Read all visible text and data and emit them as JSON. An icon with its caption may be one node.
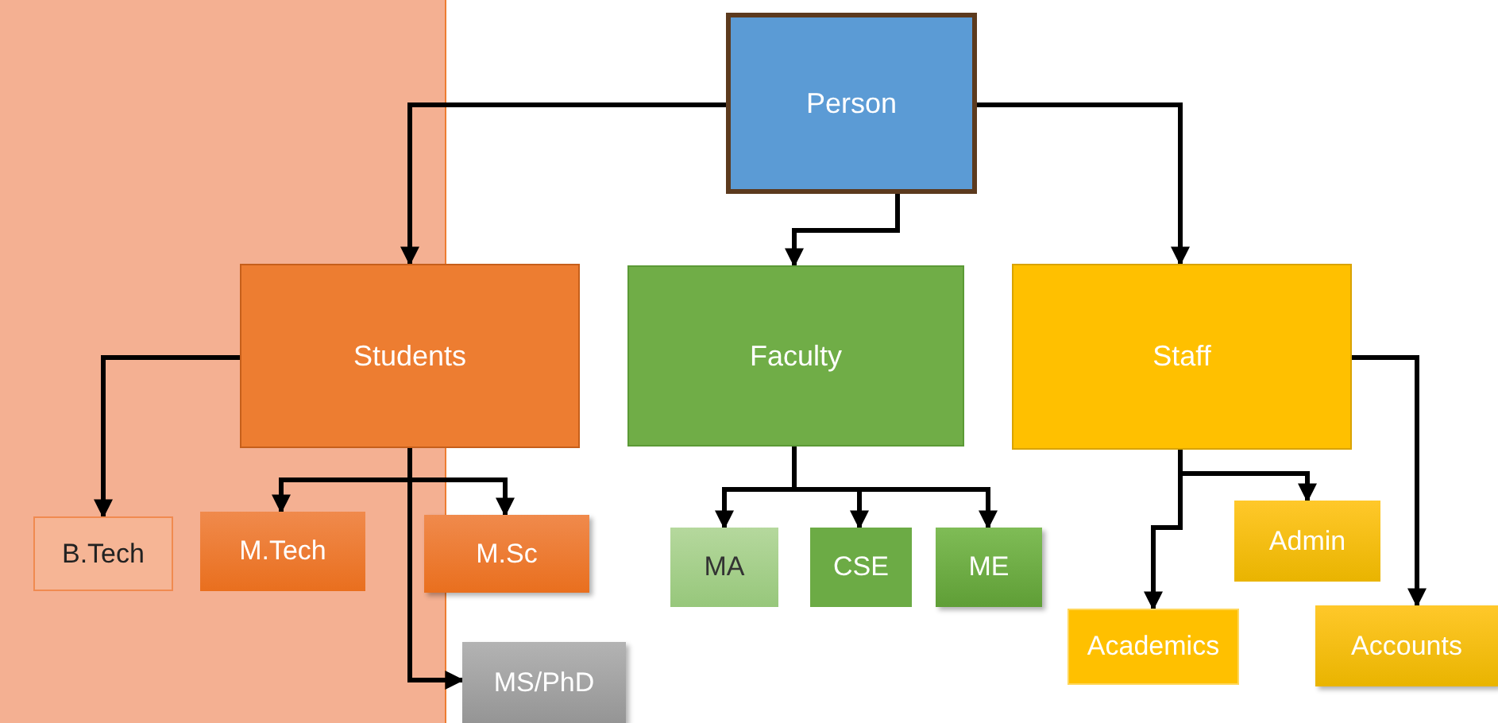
{
  "diagram": {
    "nodes": [
      {
        "text": [
          "Person"
        ]
      },
      {
        "text": [
          "Students"
        ]
      },
      {
        "text": [
          "Faculty"
        ]
      },
      {
        "text": [
          "Staff"
        ]
      },
      {
        "text": [
          "B.Tech"
        ]
      },
      {
        "text": [
          "M.Tech"
        ]
      },
      {
        "text": [
          "M.Sc"
        ]
      },
      {
        "text": [
          "MS/PhD"
        ]
      },
      {
        "text": [
          "MA"
        ]
      },
      {
        "text": [
          "CSE"
        ]
      },
      {
        "text": [
          "ME"
        ]
      },
      {
        "text": [
          "Academics"
        ]
      },
      {
        "text": [
          "Admin"
        ]
      },
      {
        "text": [
          "Accounts"
        ]
      }
    ],
    "edges": [
      {
        "from": 0,
        "to": 1,
        "arrow": "to"
      },
      {
        "from": 0,
        "to": 2,
        "arrow": "to"
      },
      {
        "from": 0,
        "to": 3,
        "arrow": "to"
      },
      {
        "from": 1,
        "to": 4,
        "arrow": "to"
      },
      {
        "from": 1,
        "to": 5,
        "arrow": "to"
      },
      {
        "from": 1,
        "to": 6,
        "arrow": "to"
      },
      {
        "from": 1,
        "to": 7,
        "arrow": "to"
      },
      {
        "from": 2,
        "to": 8,
        "arrow": "to"
      },
      {
        "from": 2,
        "to": 9,
        "arrow": "to"
      },
      {
        "from": 2,
        "to": 10,
        "arrow": "to"
      },
      {
        "from": 3,
        "to": 11,
        "arrow": "to"
      },
      {
        "from": 3,
        "to": 12,
        "arrow": "to"
      },
      {
        "from": 3,
        "to": 13,
        "arrow": "to"
      }
    ]
  }
}
